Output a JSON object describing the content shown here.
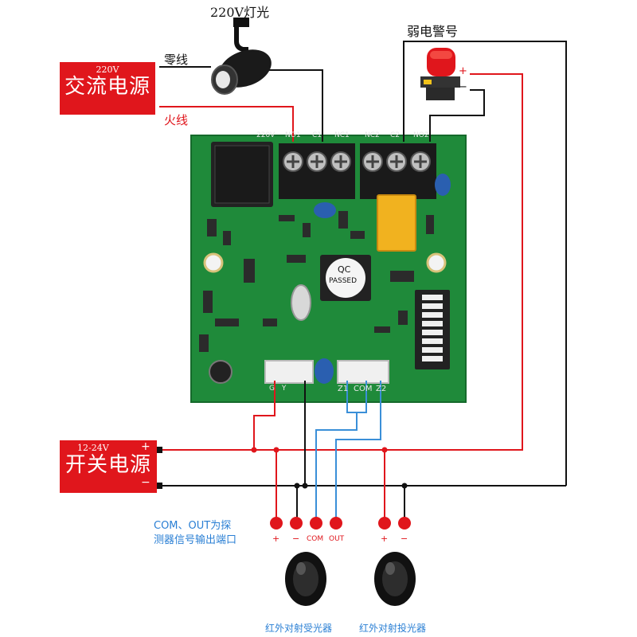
{
  "lamp_label": "220V灯光",
  "alarm_label": "弱电警号",
  "ac_source": {
    "voltage": "220V",
    "name": "交流电源"
  },
  "dc_source": {
    "voltage": "12-24V",
    "name": "开关电源",
    "plus": "+",
    "minus": "−"
  },
  "neutral_label": "零线",
  "live_label": "火线",
  "alarm_plus": "+",
  "alarm_minus": "−",
  "relay_terminals": [
    "220V",
    "NO1",
    "C1",
    "NC1",
    "NC2",
    "C2",
    "NO2"
  ],
  "port_labels": [
    "Z1",
    "COM",
    "Z2"
  ],
  "left_port_labels": "G Y",
  "chip_text": {
    "line1": "QC",
    "line2": "PASSED"
  },
  "note_text": {
    "line1": "COM、OUT为探",
    "line2": "测器信号输出端口"
  },
  "terminal_labels": [
    "+",
    "−",
    "COM",
    "OUT",
    "+",
    "−"
  ],
  "receiver_label": "红外对射受光器",
  "transmitter_label": "红外对射投光器",
  "colors": {
    "red_box": "#e0161c",
    "pcb": "#1f8a3a",
    "wire_red": "#e0161c",
    "wire_black": "#111111",
    "wire_blue": "#3a8fd8",
    "note_text": "#2a7fd4"
  }
}
